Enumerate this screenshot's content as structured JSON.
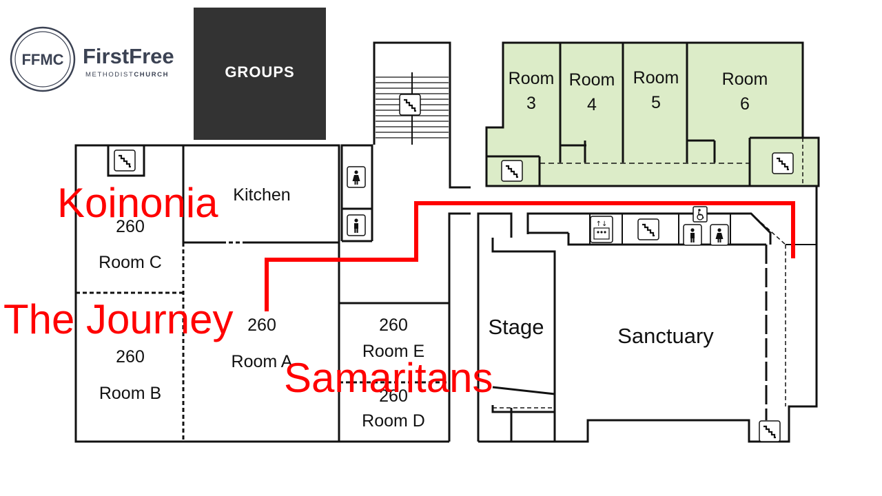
{
  "logo": {
    "monogram": "FFMC",
    "name": "FirstFree",
    "sub_plain": "METHODIST",
    "sub_bold": "CHURCH"
  },
  "header": {
    "groups_label": "GROUPS"
  },
  "rooms": {
    "room3_a": "Room",
    "room3_b": "3",
    "room4_a": "Room",
    "room4_b": "4",
    "room5_a": "Room",
    "room5_b": "5",
    "room6_a": "Room",
    "room6_b": "6",
    "kitchen": "Kitchen",
    "roomc_num": "260",
    "roomc_name": "Room C",
    "roomb_num": "260",
    "roomb_name": "Room B",
    "rooma_num": "260",
    "rooma_name": "Room A",
    "roome_num": "260",
    "roome_name": "Room E",
    "roomd_num": "260",
    "roomd_name": "Room D",
    "stage": "Stage",
    "sanctuary": "Sanctuary"
  },
  "groups": {
    "koinonia": "Koinonia",
    "journey": "The Journey",
    "samaritans": "Samaritans"
  },
  "icons": [
    "stairs-icon",
    "elevator-icon",
    "accessible-icon",
    "mens-restroom-icon",
    "womens-restroom-icon"
  ],
  "colors": {
    "wing_fill": "#dcecc8",
    "route": "#ff0000",
    "group_label": "#ff0000",
    "groups_box": "#333333"
  }
}
